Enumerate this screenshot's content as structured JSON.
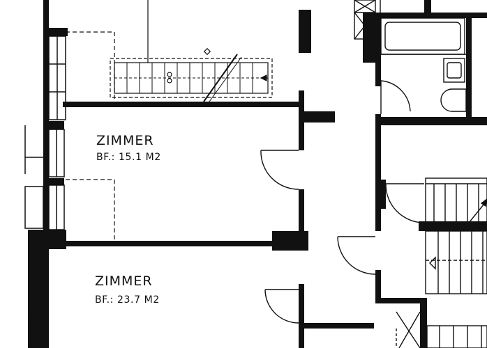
{
  "plan": {
    "rooms": [
      {
        "name": "ZIMMER",
        "area_label": "BF.: 15.1 M2"
      },
      {
        "name": "ZIMMER",
        "area_label": "BF.: 23.7 M2"
      }
    ],
    "colors": {
      "ink": "#111111",
      "paper": "#ffffff"
    }
  }
}
